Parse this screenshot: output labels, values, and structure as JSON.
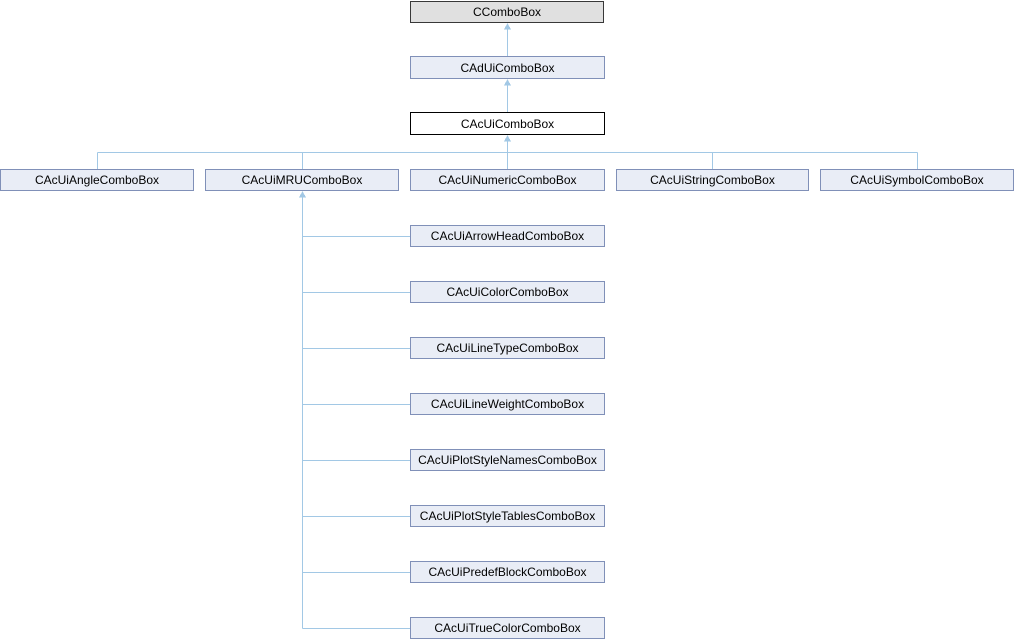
{
  "diagram": {
    "type": "class-inheritance-graph",
    "current_class": "CAcUiComboBox",
    "colors": {
      "edge_color": "#a2c8e5",
      "base_node_bg": "#e0e0e0",
      "base_node_border": "#383838",
      "linked_node_bg": "#e9edf6",
      "linked_node_border": "#8090b8",
      "current_node_bg": "#ffffff",
      "current_node_border": "#000000"
    },
    "nodes": [
      {
        "label": "CComboBox",
        "relation": "base-class"
      },
      {
        "label": "CAdUiComboBox",
        "relation": "base-class"
      },
      {
        "label": "CAcUiComboBox",
        "relation": "current-class"
      },
      {
        "label": "CAcUiAngleComboBox",
        "relation": "derived-class"
      },
      {
        "label": "CAcUiMRUComboBox",
        "relation": "derived-class"
      },
      {
        "label": "CAcUiNumericComboBox",
        "relation": "derived-class"
      },
      {
        "label": "CAcUiStringComboBox",
        "relation": "derived-class"
      },
      {
        "label": "CAcUiSymbolComboBox",
        "relation": "derived-class"
      },
      {
        "label": "CAcUiArrowHeadComboBox",
        "relation": "derived-class-of-mru"
      },
      {
        "label": "CAcUiColorComboBox",
        "relation": "derived-class-of-mru"
      },
      {
        "label": "CAcUiLineTypeComboBox",
        "relation": "derived-class-of-mru"
      },
      {
        "label": "CAcUiLineWeightComboBox",
        "relation": "derived-class-of-mru"
      },
      {
        "label": "CAcUiPlotStyleNamesComboBox",
        "relation": "derived-class-of-mru"
      },
      {
        "label": "CAcUiPlotStyleTablesComboBox",
        "relation": "derived-class-of-mru"
      },
      {
        "label": "CAcUiPredefBlockComboBox",
        "relation": "derived-class-of-mru"
      },
      {
        "label": "CAcUiTrueColorComboBox",
        "relation": "derived-class-of-mru"
      }
    ]
  }
}
